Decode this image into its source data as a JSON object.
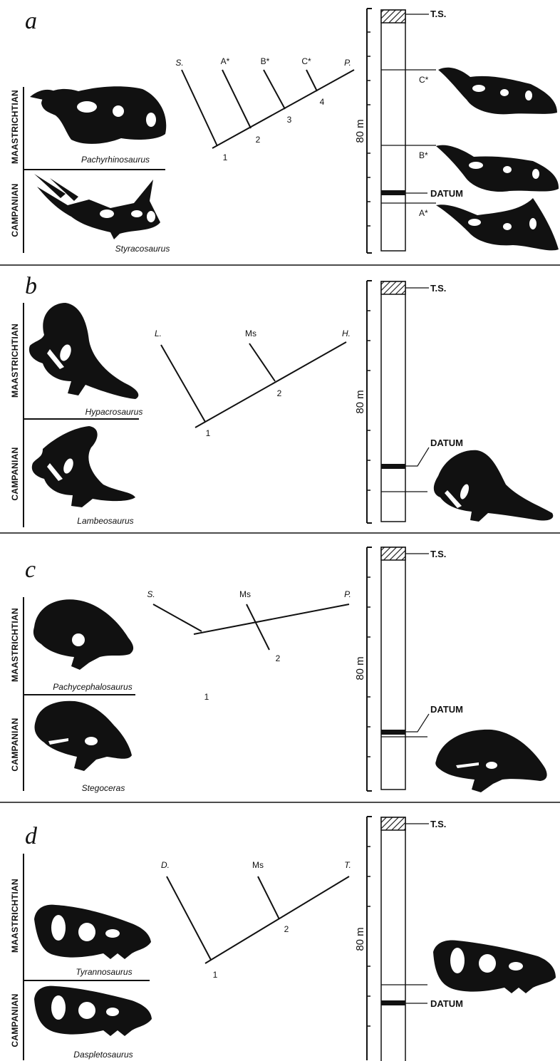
{
  "panels": [
    {
      "letter": "a",
      "stages": [
        "MAASTRICHTIAN",
        "CAMPANIAN"
      ],
      "taxa": [
        "Pachyrhinosaurus",
        "Styracosaurus"
      ],
      "tips": [
        "S.",
        "A*",
        "B*",
        "C*",
        "P."
      ],
      "nodes": [
        "1",
        "2",
        "3",
        "4"
      ],
      "column": {
        "scale": "80 m",
        "top_label": "T.S.",
        "datum_label": "DATUM",
        "horizon_labels": [
          "C*",
          "B*",
          "A*"
        ]
      }
    },
    {
      "letter": "b",
      "stages": [
        "MAASTRICHTIAN",
        "CAMPANIAN"
      ],
      "taxa": [
        "Hypacrosaurus",
        "Lambeosaurus"
      ],
      "tips": [
        "L.",
        "Ms",
        "H."
      ],
      "nodes": [
        "1",
        "2"
      ],
      "column": {
        "scale": "80 m",
        "top_label": "T.S.",
        "datum_label": "DATUM"
      }
    },
    {
      "letter": "c",
      "stages": [
        "MAASTRICHTIAN",
        "CAMPANIAN"
      ],
      "taxa": [
        "Pachycephalosaurus",
        "Stegoceras"
      ],
      "tips": [
        "S.",
        "Ms",
        "P."
      ],
      "nodes": [
        "1",
        "2"
      ],
      "column": {
        "scale": "80 m",
        "top_label": "T.S.",
        "datum_label": "DATUM"
      }
    },
    {
      "letter": "d",
      "stages": [
        "MAASTRICHTIAN",
        "CAMPANIAN"
      ],
      "taxa": [
        "Tyrannosaurus",
        "Daspletosaurus"
      ],
      "tips": [
        "D.",
        "Ms",
        "T."
      ],
      "nodes": [
        "1",
        "2"
      ],
      "column": {
        "scale": "80 m",
        "top_label": "T.S.",
        "datum_label": "DATUM"
      }
    }
  ]
}
